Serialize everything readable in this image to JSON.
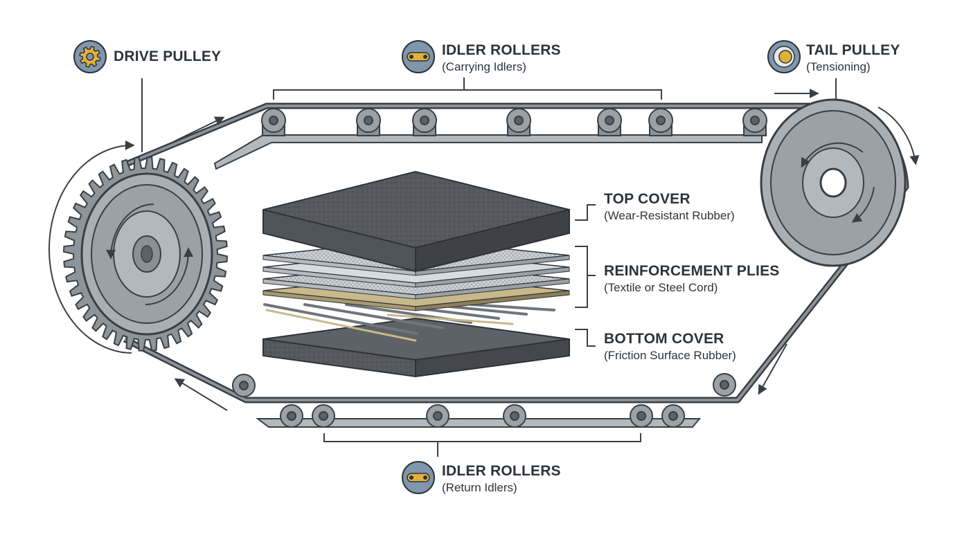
{
  "labels": {
    "drive_pulley": {
      "title": "DRIVE PULLEY",
      "icon": "gear-icon"
    },
    "idler_rollers_carrying": {
      "title": "IDLER ROLLERS",
      "subtitle": "(Carrying Idlers)",
      "icon": "roller-icon"
    },
    "tail_pulley": {
      "title": "TAIL PULLEY",
      "subtitle": "(Tensioning)",
      "icon": "pulley-icon"
    },
    "top_cover": {
      "title": "TOP COVER",
      "subtitle": "(Wear-Resistant Rubber)"
    },
    "reinforcement_plies": {
      "title": "REINFORCEMENT PLIES",
      "subtitle": "(Textile or Steel Cord)"
    },
    "bottom_cover": {
      "title": "BOTTOM COVER",
      "subtitle": "(Friction Surface Rubber)"
    },
    "idler_rollers_return": {
      "title": "IDLER ROLLERS",
      "subtitle": "(Return Idlers)",
      "icon": "roller-icon"
    }
  },
  "colors": {
    "ink": "#2e3338",
    "belt": "#3a3f44",
    "metal": "#9aa1a7",
    "metal_dark": "#6e757b",
    "rubber": "#4a4f54",
    "ply": "#c9cdd1",
    "brass": "#c8b98a",
    "icon_bg": "#7f96ad",
    "gear_gold": "#e0b23a"
  }
}
